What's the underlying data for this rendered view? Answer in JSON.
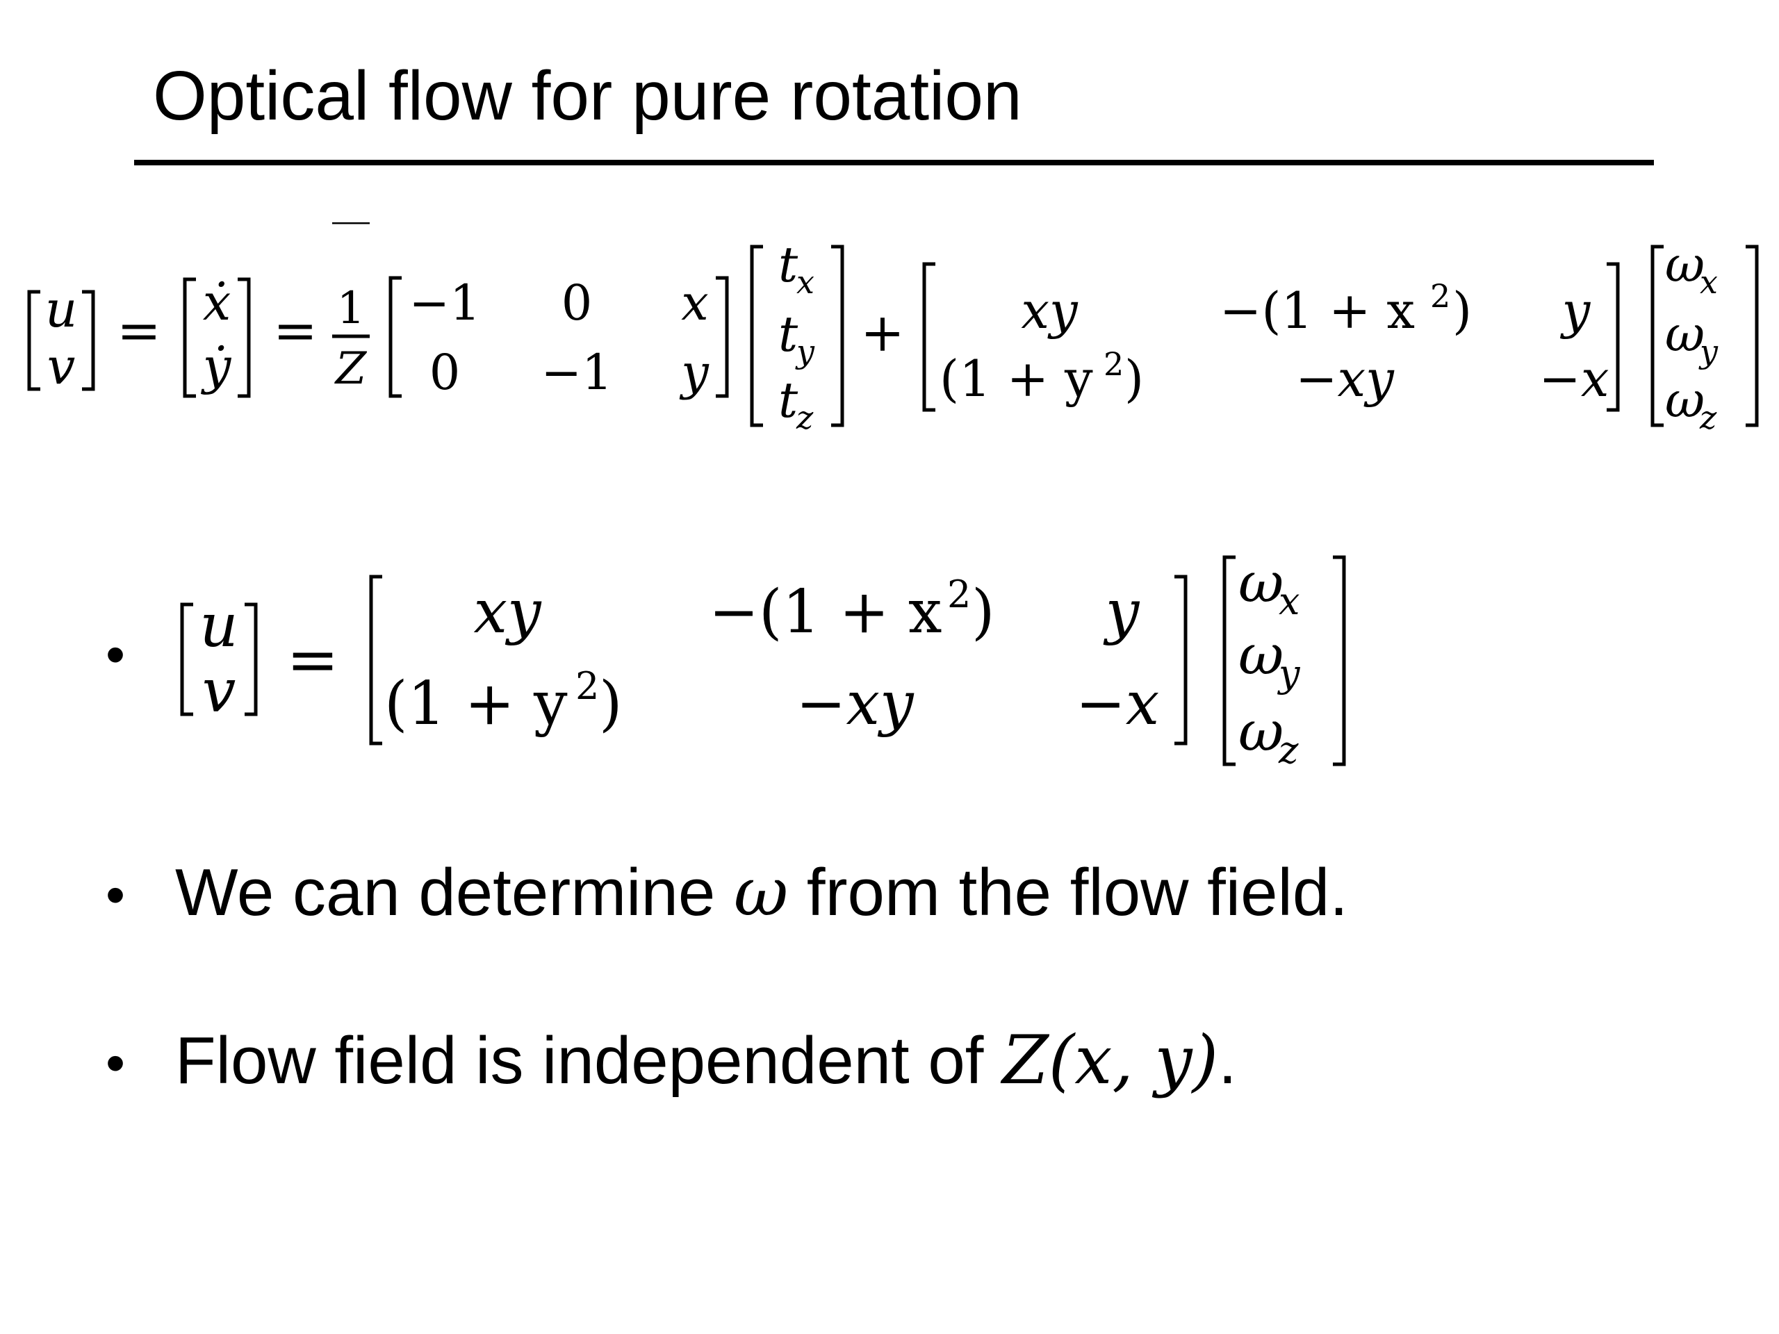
{
  "slide": {
    "title": "Optical flow for pure rotation",
    "bullet_char": "•",
    "eq1": {
      "lhs": [
        "u",
        "v"
      ],
      "dot_vec": [
        "ẋ",
        "ẏ"
      ],
      "frac_num": "1",
      "frac_den": "Z",
      "mat_a": [
        [
          "−1",
          "0",
          "x"
        ],
        [
          "0",
          "−1",
          "y"
        ]
      ],
      "t_vec": [
        "t",
        "t",
        "t"
      ],
      "t_sub": [
        "x",
        "y",
        "z"
      ],
      "plus": "+",
      "mat_b_r1": [
        "xy",
        "−(1 + x",
        "2",
        ")",
        "y"
      ],
      "mat_b_r2": [
        "(1 + y",
        "2",
        ")",
        "−xy",
        "−x"
      ],
      "w_vec": [
        "ω",
        "ω",
        "ω"
      ],
      "w_sub": [
        "x",
        "y",
        "z"
      ],
      "equals": "="
    },
    "eq2": {
      "lhs": [
        "u",
        "v"
      ],
      "mat_b_r1": [
        "xy",
        "−(1 + x",
        "2",
        ")",
        "y"
      ],
      "mat_b_r2": [
        "(1 + y",
        "2",
        ")",
        "−xy",
        "−x"
      ],
      "w_vec": [
        "ω",
        "ω",
        "ω"
      ],
      "w_sub": [
        "x",
        "y",
        "z"
      ],
      "equals": "="
    },
    "bullet2": {
      "pre": "We can determine ",
      "sym": "ω",
      "post": " from the flow field."
    },
    "bullet3": {
      "pre": "Flow field is independent of ",
      "sym": "Z",
      "args": "(x, y)",
      "post": "."
    }
  }
}
